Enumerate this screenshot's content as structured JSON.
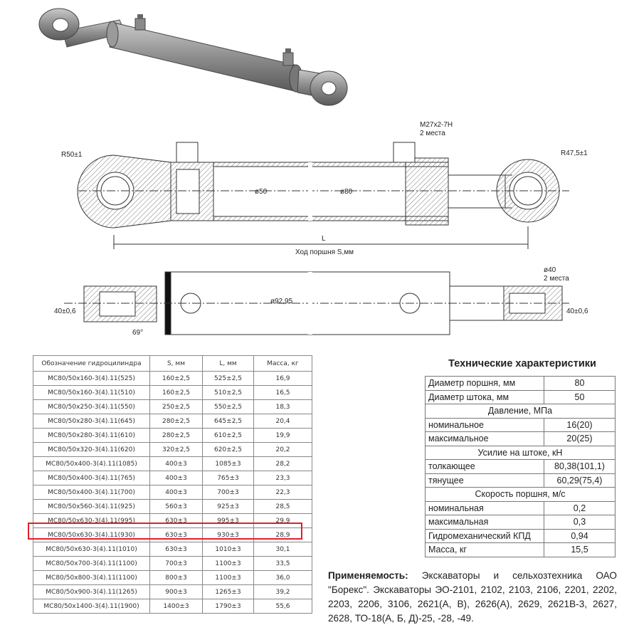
{
  "drawing": {
    "thread_label": "M27x2-7H",
    "thread_count": "2 места",
    "radius_left": "R50±1",
    "radius_right": "R47,5±1",
    "rod_dia": "ø50",
    "bore_dia": "ø80",
    "length_label": "L",
    "stroke_label": "Ход поршня S,мм",
    "tube_dia": "ø92,95",
    "eye_width_left": "40±0,6",
    "eye_width_right": "40±0,6",
    "angle": "69°",
    "port_dia": "ø40",
    "port_count": "2 места"
  },
  "dims_table": {
    "headers": [
      "Обозначение гидроцилиндра",
      "S, мм",
      "L, мм",
      "Масса, кг"
    ],
    "rows": [
      [
        "МС80/50х160-3(4).11(525)",
        "160±2,5",
        "525±2,5",
        "16,9"
      ],
      [
        "МС80/50х160-3(4).11(510)",
        "160±2,5",
        "510±2,5",
        "16,5"
      ],
      [
        "МС80/50х250-3(4).11(550)",
        "250±2,5",
        "550±2,5",
        "18,3"
      ],
      [
        "МС80/50х280-3(4).11(645)",
        "280±2,5",
        "645±2,5",
        "20,4"
      ],
      [
        "МС80/50х280-3(4).11(610)",
        "280±2,5",
        "610±2,5",
        "19,9"
      ],
      [
        "МС80/50х320-3(4).11(620)",
        "320±2,5",
        "620±2,5",
        "20,2"
      ],
      [
        "МС80/50х400-3(4).11(1085)",
        "400±3",
        "1085±3",
        "28,2"
      ],
      [
        "МС80/50х400-3(4).11(765)",
        "400±3",
        "765±3",
        "23,3"
      ],
      [
        "МС80/50х400-3(4).11(700)",
        "400±3",
        "700±3",
        "22,3"
      ],
      [
        "МС80/50х560-3(4).11(925)",
        "560±3",
        "925±3",
        "28,5"
      ],
      [
        "МС80/50х630-3(4).11(995)",
        "630±3",
        "995±3",
        "29,9"
      ],
      [
        "МС80/50х630-3(4).11(930)",
        "630±3",
        "930±3",
        "28,9"
      ],
      [
        "МС80/50х630-3(4).11(1010)",
        "630±3",
        "1010±3",
        "30,1"
      ],
      [
        "МС80/50х700-3(4).11(1100)",
        "700±3",
        "1100±3",
        "33,5"
      ],
      [
        "МС80/50х800-3(4).11(1100)",
        "800±3",
        "1100±3",
        "36,0"
      ],
      [
        "МС80/50х900-3(4).11(1265)",
        "900±3",
        "1265±3",
        "39,2"
      ],
      [
        "МС80/50х1400-3(4).11(1900)",
        "1400±3",
        "1790±3",
        "55,6"
      ]
    ],
    "highlight_color": "#e0202a"
  },
  "spec": {
    "title": "Технические характеристики",
    "rows": [
      {
        "label": "Диаметр поршня, мм",
        "value": "80"
      },
      {
        "label": "Диаметр штока, мм",
        "value": "50"
      },
      {
        "section": "Давление, МПа"
      },
      {
        "label": "номинальное",
        "value": "16(20)"
      },
      {
        "label": "максимальное",
        "value": "20(25)"
      },
      {
        "section": "Усилие на штоке, кН"
      },
      {
        "label": "толкающее",
        "value": "80,38(101,1)"
      },
      {
        "label": "тянущее",
        "value": "60,29(75,4)"
      },
      {
        "section": "Скорость поршня, м/с"
      },
      {
        "label": "номинальная",
        "value": "0,2"
      },
      {
        "label": "максимальная",
        "value": "0,3"
      },
      {
        "label": "Гидромеханический КПД",
        "value": "0,94"
      },
      {
        "label": "Масса, кг",
        "value": "15,5"
      }
    ]
  },
  "applicability": {
    "label": "Применяемость:",
    "text": "Экскаваторы и сельхозтехника ОАО \"Борекс\". Экскаваторы ЭО-2101, 2102, 2103, 2106, 2201, 2202, 2203, 2206, 3106, 2621(А, В), 2626(А), 2629, 2621В-3, 2627, 2628, ТО-18(А, Б, Д)-25, -28, -49."
  }
}
